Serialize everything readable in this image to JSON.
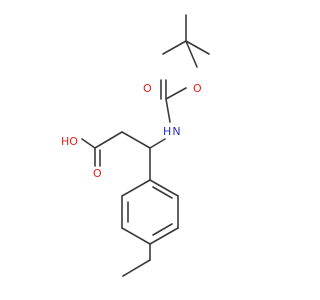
{
  "colors": {
    "bond": "#3a3a3a",
    "oxygen": "#e0241b",
    "nitrogen": "#2a2fbf",
    "background": "#ffffff"
  },
  "atoms": {
    "hydroxyl_oxygen": "HO",
    "carbonyl_oxygen_acid": "O",
    "nitrogen": "H N",
    "carbonyl_oxygen_boc": "O",
    "ester_oxygen_boc": "O"
  }
}
